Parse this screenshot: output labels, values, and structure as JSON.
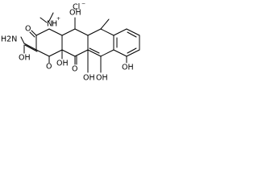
{
  "structure": {
    "counter_ion": {
      "symbol": "Cl",
      "charge": "−"
    },
    "atoms": {
      "nh": "N",
      "nh_h": "H",
      "nh_charge": "+",
      "o1": "O",
      "o2": "O",
      "amide_n": "H2N",
      "oh_left": "OH",
      "oh_top": "OH",
      "oh_mid": "OH",
      "o_mid": "O",
      "oh_b1": "OH",
      "oh_b2": "OH",
      "oh_b3": "OH"
    }
  }
}
